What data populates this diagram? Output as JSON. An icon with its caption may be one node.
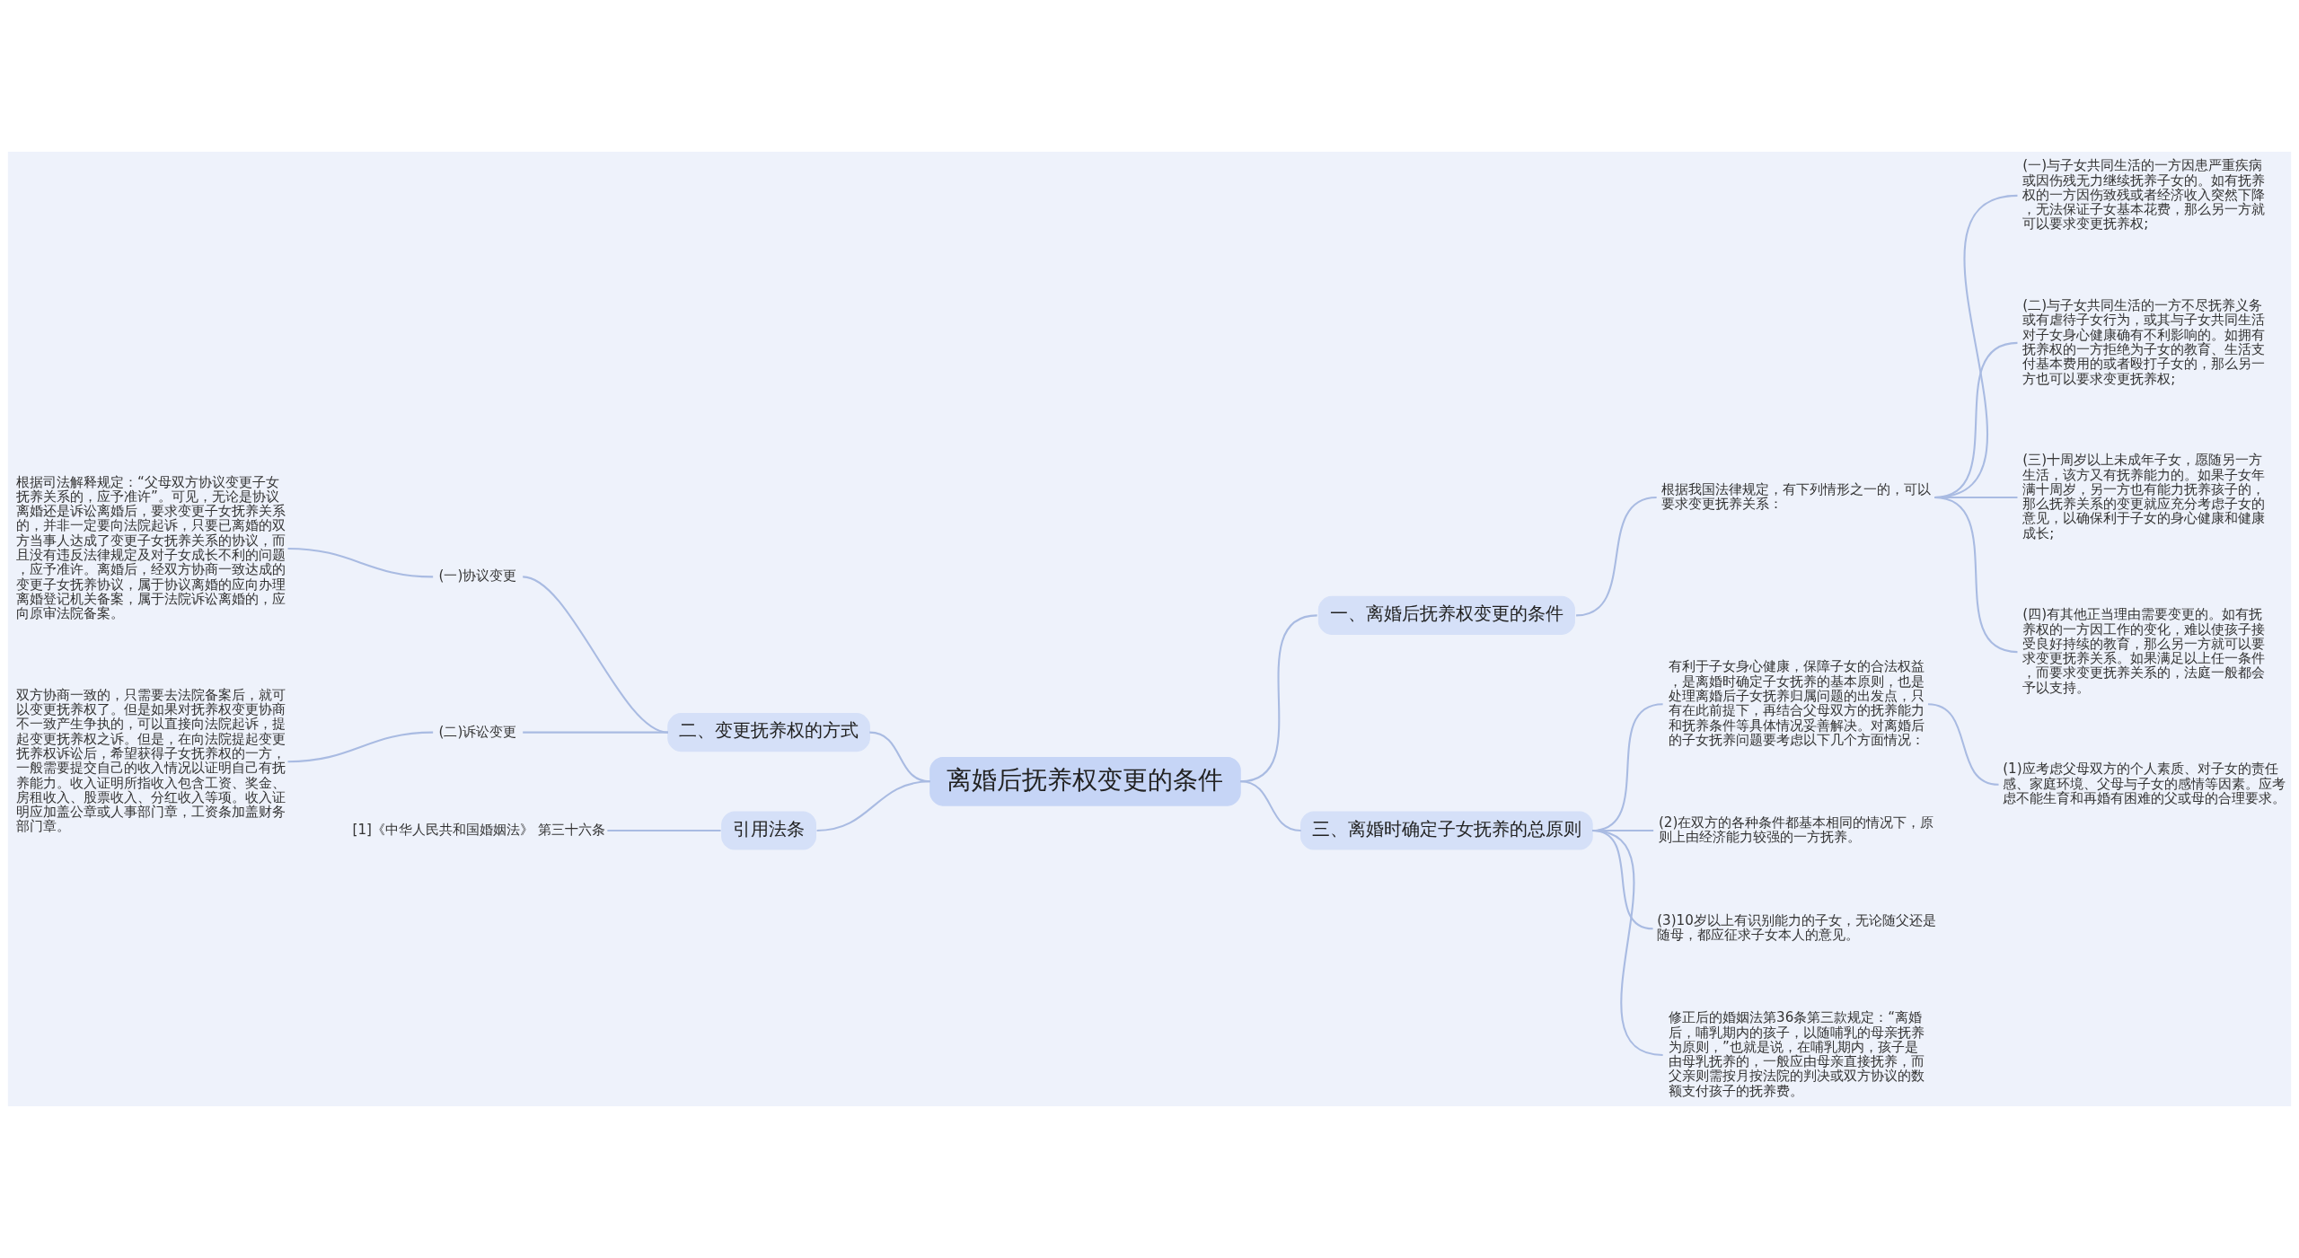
{
  "diagram": {
    "nodes": [
      {
        "text": [
          "离婚后抚养权变更的条件"
        ]
      },
      {
        "text": [
          "一、离婚后抚养权变更的条件"
        ]
      },
      {
        "text": [
          "根据我国法律规定，有下列情形之一的，可以要求变更抚养关系："
        ]
      },
      {
        "text": [
          "(一)与子女共同生活的一方因患严重疾病或因伤残无力继续抚养子女的。如有抚养权的一方因伤致残或者经济收入突然下降，无法保证子女基本花费，那么另一方就可以要求变更抚养权;"
        ]
      },
      {
        "text": [
          "(二)与子女共同生活的一方不尽抚养义务或有虐待子女行为，或其与子女共同生活对子女身心健康确有不利影响的。如拥有抚养权的一方拒绝为子女的教育、生活支付基本费用的或者殴打子女的，那么另一方也可以要求变更抚养权;"
        ]
      },
      {
        "text": [
          "(三)十周岁以上未成年子女，愿随另一方生活，该方又有抚养能力的。如果子女年满十周岁，另一方也有能力抚养孩子的，那么抚养关系的变更就应充分考虑子女的意见，以确保利于子女的身心健康和健康成长;"
        ]
      },
      {
        "text": [
          "(四)有其他正当理由需要变更的。如有抚养权的一方因工作的变化，难以使孩子接受良好持续的教育，那么另一方就可以要求变更抚养关系。如果满足以上任一条件，而要求变更抚养关系的，法庭一般都会予以支持。"
        ]
      },
      {
        "text": [
          "二、变更抚养权的方式"
        ]
      },
      {
        "text": [
          "(一)协议变更"
        ]
      },
      {
        "text": [
          "根据司法解释规定：“父母双方协议变更子女抚养关系的，应予准许”。可见，无论是协议离婚还是诉讼离婚后，要求变更子女抚养关系的，并非一定要向法院起诉，只要已离婚的双方当事人达成了变更子女抚养关系的协议，而且没有违反法律规定及对子女成长不利的问题，应予准许。离婚后，经双方协商一致达成的变更子女抚养协议，属于协议离婚的应向办理离婚登记机关备案，属于法院诉讼离婚的，应向原审法院备案。"
        ]
      },
      {
        "text": [
          "(二)诉讼变更"
        ]
      },
      {
        "text": [
          "双方协商一致的，只需要去法院备案后，就可以变更抚养权了。但是如果对抚养权变更协商不一致产生争执的，可以直接向法院起诉，提起变更抚养权之诉。但是，在向法院提起变更抚养权诉讼后，希望获得子女抚养权的一方，一般需要提交自己的收入情况以证明自己有抚养能力。收入证明所指收入包含工资、奖金、房租收入、股票收入、分红收入等项。收入证明应加盖公章或人事部门章，工资条加盖财务部门章。"
        ]
      },
      {
        "text": [
          "三、离婚时确定子女抚养的总原则"
        ]
      },
      {
        "text": [
          "有利于子女身心健康，保障子女的合法权益，是离婚时确定子女抚养的基本原则，也是处理离婚后子女抚养归属问题的出发点，只有在此前提下，再结合父母双方的抚养能力和抚养条件等具体情况妥善解决。对离婚后的子女抚养问题要考虑以下几个方面情况："
        ]
      },
      {
        "text": [
          "(1)应考虑父母双方的个人素质、对子女的责任感、家庭环境、父母与子女的感情等因素。应考虑不能生育和再婚有困难的父或母的合理要求。"
        ]
      },
      {
        "text": [
          "(2)在双方的各种条件都基本相同的情况下，原则上由经济能力较强的一方抚养。"
        ]
      },
      {
        "text": [
          "(3)10岁以上有识别能力的子女，无论随父还是随母，都应征求子女本人的意见。"
        ]
      },
      {
        "text": [
          "修正后的婚姻法第36条第三款规定：“离婚后，哺乳期内的孩子，以随哺乳的母亲抚养为原则，”也就是说，在哺乳期内，孩子是由母乳抚养的，一般应由母亲直接抚养，而父亲则需按月按法院的判决或双方协议的数额支付孩子的抚养费。"
        ]
      },
      {
        "text": [
          "引用法条"
        ]
      },
      {
        "text": [
          "[1]《中华人民共和国婚姻法》 第三十六条"
        ]
      }
    ],
    "edges": [
      {
        "from": 0,
        "to": 1,
        "arrow": "none"
      },
      {
        "from": 1,
        "to": 2,
        "arrow": "none"
      },
      {
        "from": 2,
        "to": 3,
        "arrow": "none"
      },
      {
        "from": 2,
        "to": 4,
        "arrow": "none"
      },
      {
        "from": 2,
        "to": 5,
        "arrow": "none"
      },
      {
        "from": 2,
        "to": 6,
        "arrow": "none"
      },
      {
        "from": 7,
        "to": 0,
        "arrow": "none"
      },
      {
        "from": 8,
        "to": 7,
        "arrow": "none"
      },
      {
        "from": 9,
        "to": 8,
        "arrow": "none"
      },
      {
        "from": 10,
        "to": 7,
        "arrow": "none"
      },
      {
        "from": 11,
        "to": 10,
        "arrow": "none"
      },
      {
        "from": 0,
        "to": 12,
        "arrow": "none"
      },
      {
        "from": 12,
        "to": 13,
        "arrow": "none"
      },
      {
        "from": 13,
        "to": 14,
        "arrow": "none"
      },
      {
        "from": 12,
        "to": 15,
        "arrow": "none"
      },
      {
        "from": 12,
        "to": 16,
        "arrow": "none"
      },
      {
        "from": 12,
        "to": 17,
        "arrow": "none"
      },
      {
        "from": 18,
        "to": 0,
        "arrow": "none"
      },
      {
        "from": 19,
        "to": 18,
        "arrow": "none"
      }
    ]
  }
}
